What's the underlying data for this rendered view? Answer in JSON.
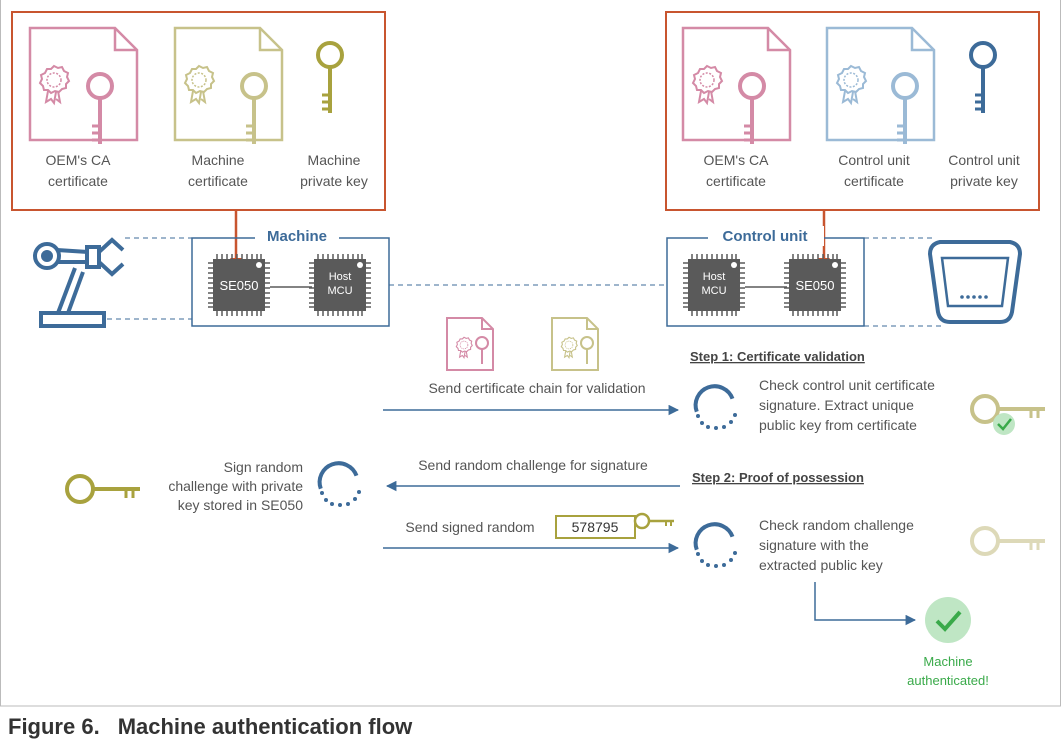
{
  "left_box": {
    "ca_cert": [
      "OEM's CA",
      "certificate"
    ],
    "machine_cert": [
      "Machine",
      "certificate"
    ],
    "machine_key": [
      "Machine",
      "private key"
    ]
  },
  "right_box": {
    "ca_cert": [
      "OEM's CA",
      "certificate"
    ],
    "cu_cert": [
      "Control unit",
      "certificate"
    ],
    "cu_key": [
      "Control unit",
      "private key"
    ]
  },
  "machine_panel": {
    "title": "Machine",
    "se_chip": "SE050",
    "host_chip": [
      "Host",
      "MCU"
    ]
  },
  "control_panel": {
    "title": "Control unit",
    "se_chip": "SE050",
    "host_chip": [
      "Host",
      "MCU"
    ]
  },
  "step1": {
    "title": "Step 1: Certificate validation",
    "message": "Send certificate chain for validation",
    "check": [
      "Check control unit certificate",
      "signature. Extract unique",
      "public key from certificate"
    ]
  },
  "step2": {
    "title": "Step 2: Proof of possession",
    "challenge_msg": "Send random challenge for signature",
    "sign_text": [
      "Sign random",
      "challenge with private",
      "key stored in SE050"
    ],
    "signed_msg": "Send signed random",
    "signed_value": "578795",
    "check": [
      "Check random challenge",
      "signature with the",
      "extracted public key"
    ]
  },
  "result": [
    "Machine",
    "authenticated!"
  ],
  "caption": {
    "label": "Figure 6.",
    "text": "Machine authentication flow"
  },
  "colors": {
    "frame": "#c8552f",
    "accent": "#3d6b99",
    "pink": "#d48aa6",
    "olive": "#c7c28a",
    "olive_dark": "#a8a23e",
    "lightblue": "#9bbad6",
    "chip": "#5a5a5a",
    "green": "#3aaa4a"
  },
  "icons": [
    "certificate-icon",
    "key-icon",
    "seal-icon",
    "robot-arm-icon",
    "control-unit-icon",
    "spinner-icon",
    "check-icon"
  ]
}
